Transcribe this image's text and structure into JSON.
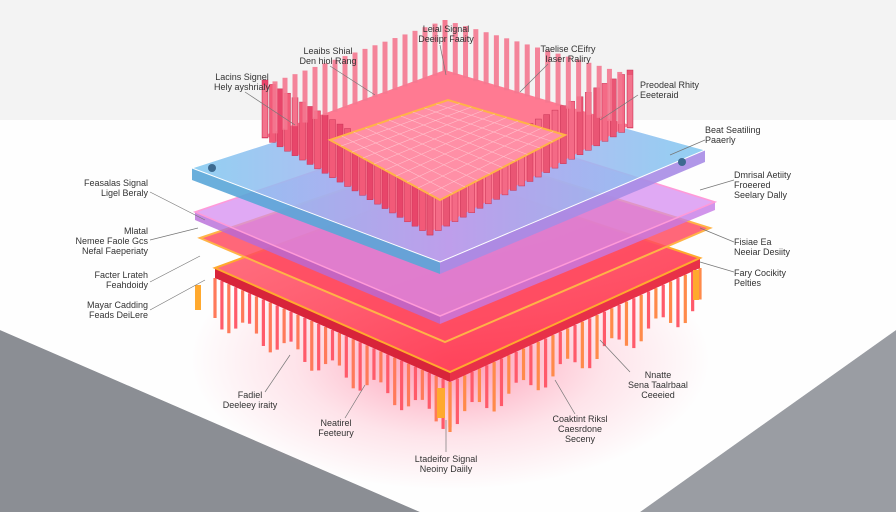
{
  "colors": {
    "background": "#f3f3f3",
    "base_top": "#ffffff",
    "base_side": "#8b8e94",
    "heatsink": "#f25a78",
    "heatsink_dark": "#d83c5a",
    "die": "#ff8fa6",
    "blue_layer": "#7fc8f0",
    "violet_layer": "#d58cf0",
    "orange_edge": "#ffa92e",
    "red_layer": "#ff3b50",
    "pins": "#ff5a6a",
    "leader": "#777777",
    "label_text": "#333333"
  },
  "labels": [
    {
      "id": "top-center",
      "text": "Leial Signal\nDeeiipr Faaity",
      "align": "center"
    },
    {
      "id": "top-left-2",
      "text": "Leaibs Shial\nDen hiol Rang",
      "align": "center"
    },
    {
      "id": "top-left-1",
      "text": "Lacins Signel\nHely ayshrialy",
      "align": "center"
    },
    {
      "id": "top-right-1",
      "text": "Taelise CEifry\nIaser Raliry",
      "align": "center"
    },
    {
      "id": "right-1",
      "text": "Preodeal Rhity\nEeeteraid",
      "align": "right"
    },
    {
      "id": "right-2",
      "text": "Beat Seatiling\nPaaerly",
      "align": "right"
    },
    {
      "id": "right-3",
      "text": "Dmrisal Aetiity\nFroeered\nSeelary Dally",
      "align": "right"
    },
    {
      "id": "right-4",
      "text": "Fisiae Ea\nNeeiar Desiity",
      "align": "right"
    },
    {
      "id": "right-5",
      "text": "Fary Cocikity\nPelties",
      "align": "right"
    },
    {
      "id": "left-1",
      "text": "Feasalas Signal\nLigel Beraly",
      "align": "left"
    },
    {
      "id": "left-2",
      "text": "Mlatal\nNemee Faole Gcs\nNefal Faeperiaty",
      "align": "left"
    },
    {
      "id": "left-3",
      "text": "Facter Lrateh\nFeahdoidy",
      "align": "left"
    },
    {
      "id": "left-4",
      "text": "Mayar Cadding\nFeads DeiLere",
      "align": "left"
    },
    {
      "id": "bottom-right-1",
      "text": "Nnatte\nSena Taalrbaal\nCeeeied",
      "align": "center"
    },
    {
      "id": "bottom-right-2",
      "text": "Coaktint Riksl\nCaesrdone\nSeceny",
      "align": "center"
    },
    {
      "id": "bottom-left-1",
      "text": "Fadiel\nDeeleey iraity",
      "align": "center"
    },
    {
      "id": "bottom-left-2",
      "text": "Neatirel\nFeeteury",
      "align": "center"
    },
    {
      "id": "bottom-center",
      "text": "Ltadeifor Signal\nNeoiny Daiily",
      "align": "center"
    }
  ]
}
